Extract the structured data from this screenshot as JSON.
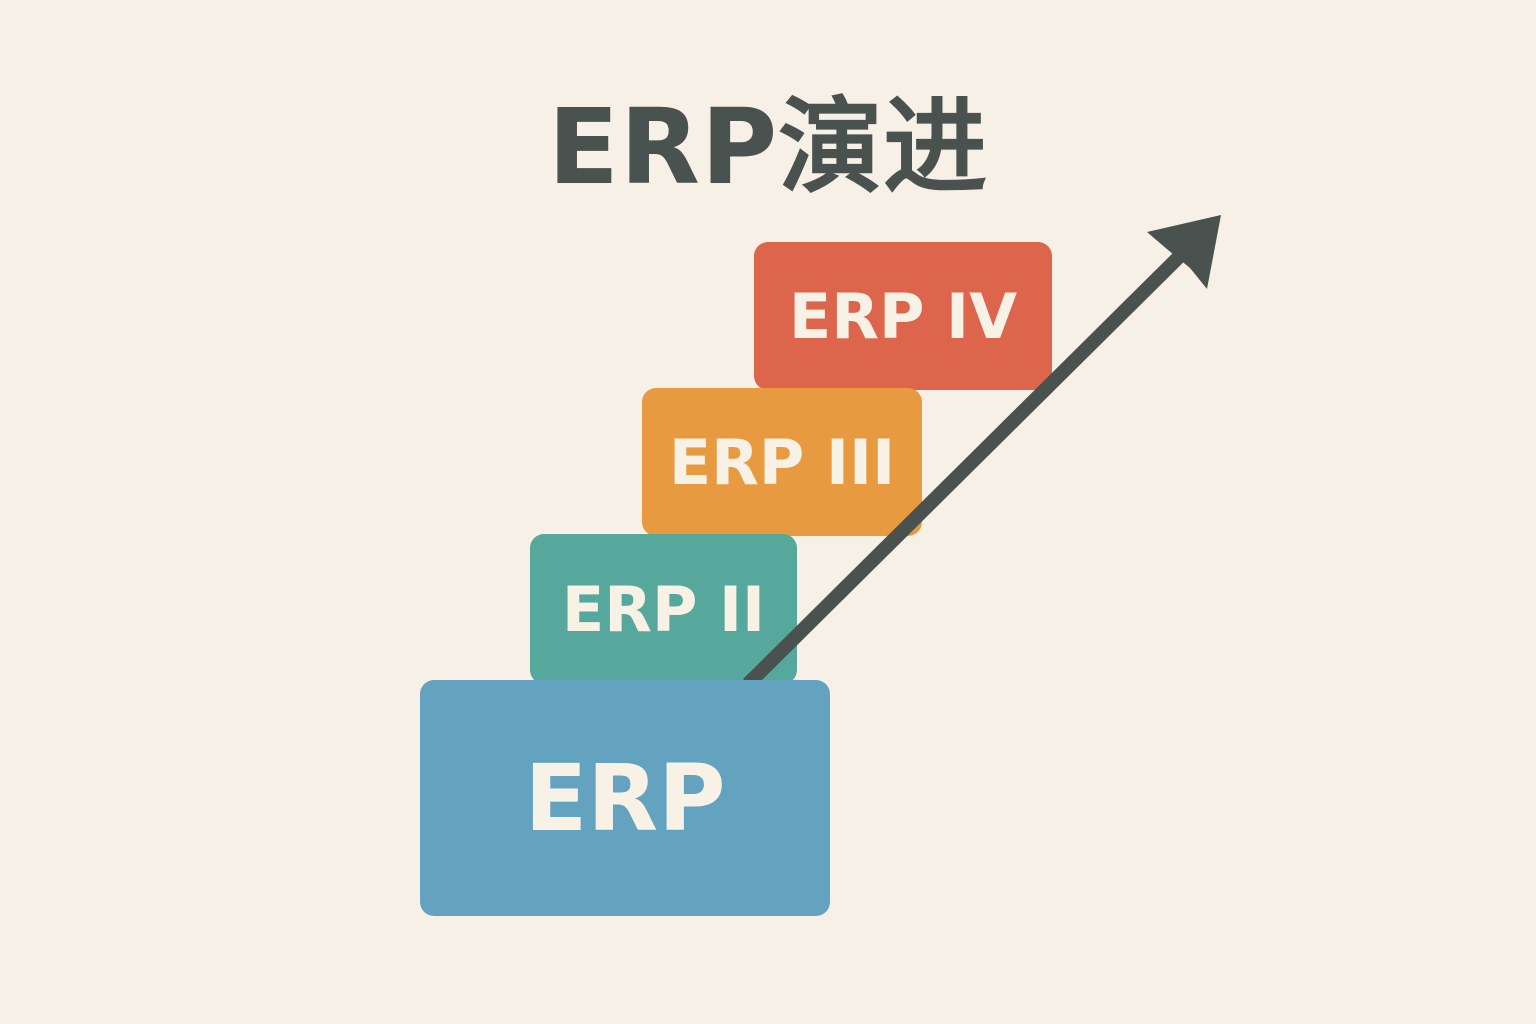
{
  "title": "ERP演进",
  "stages": [
    {
      "label": "ERP",
      "color": "#64a3c0"
    },
    {
      "label": "ERP II",
      "color": "#56a89c"
    },
    {
      "label": "ERP III",
      "color": "#e89a40"
    },
    {
      "label": "ERP IV",
      "color": "#dc654c"
    }
  ],
  "arrow": {
    "icon": "growth-arrow-icon",
    "color": "#4a524f"
  }
}
